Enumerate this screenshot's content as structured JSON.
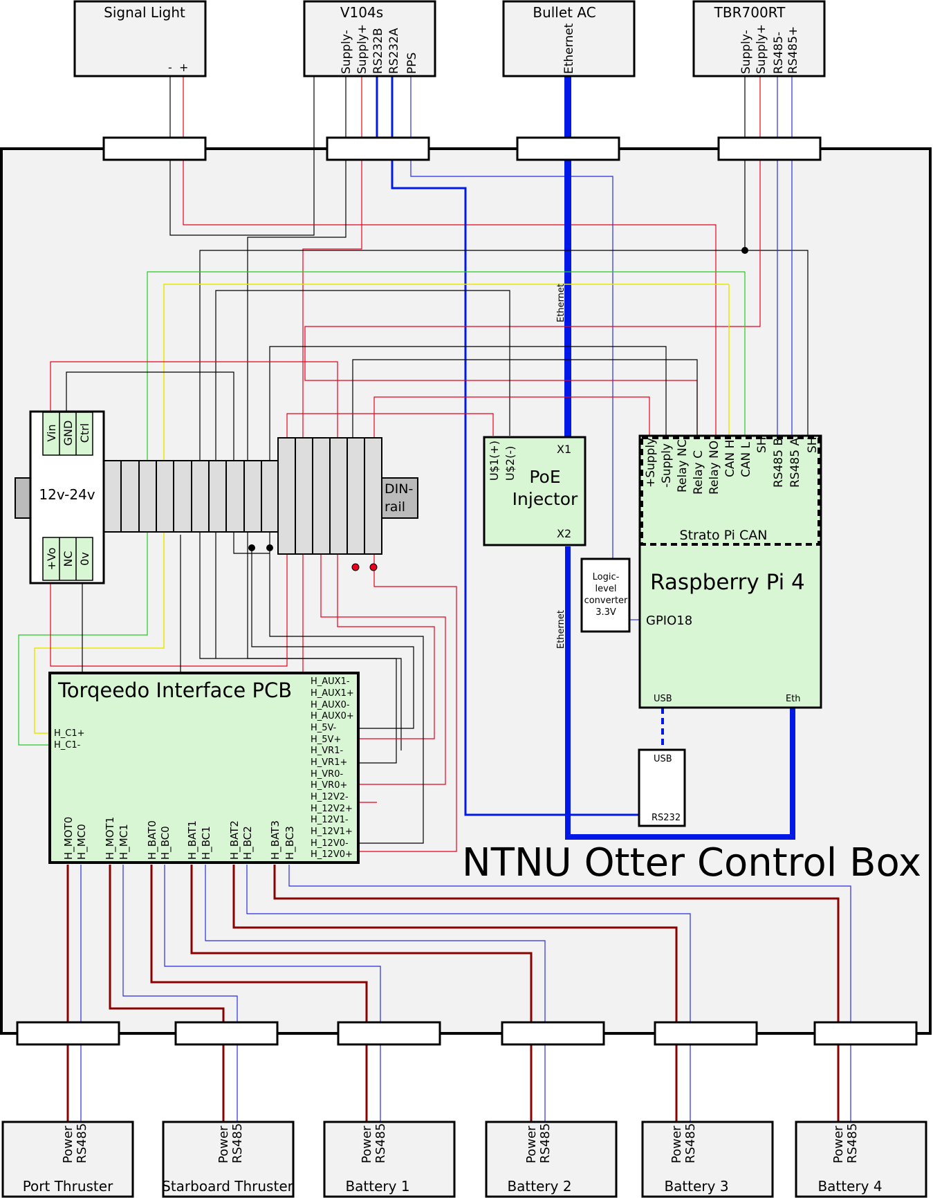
{
  "title": "NTNU Otter Control Box",
  "devices_top": {
    "signal_light": {
      "name": "Signal Light",
      "pins": [
        "-",
        "+"
      ]
    },
    "v104s": {
      "name": "V104s",
      "pins": [
        "Supply-",
        "Supply+",
        "RS232B",
        "RS232A",
        "PPS"
      ]
    },
    "bullet_ac": {
      "name": "Bullet AC",
      "pins": [
        "Ethernet"
      ]
    },
    "tbr700rt": {
      "name": "TBR700RT",
      "pins": [
        "Supply-",
        "Supply+",
        "RS485-",
        "RS485+"
      ]
    }
  },
  "psu": {
    "name": "12v-24v",
    "input_pins": [
      "Vin",
      "GND",
      "Ctrl"
    ],
    "output_pins": [
      "+Vo",
      "NC",
      "0v"
    ]
  },
  "dinrail": {
    "label": "DIN-rail"
  },
  "poe": {
    "name": "PoE Injector",
    "pins": [
      "U$1(+)",
      "U$2(-)"
    ],
    "x1": "X1",
    "x2": "X2"
  },
  "strato": {
    "name": "Strato Pi CAN",
    "pins": [
      "+Supply",
      "-Supply",
      "Relay NC",
      "Relay C",
      "Relay NO",
      "CAN H",
      "CAN L",
      "SH",
      "RS485 B",
      "RS485 A",
      "SH"
    ]
  },
  "rpi": {
    "name": "Raspberry Pi 4",
    "gpio": "GPIO18",
    "usb": "USB",
    "eth": "Eth"
  },
  "llc": {
    "lines": [
      "Logic-",
      "level",
      "converter",
      "3.3V"
    ]
  },
  "usb_adapter": {
    "usb": "USB",
    "rs232": "RS232"
  },
  "ethernet_label": "Ethernet",
  "pcb": {
    "name": "Torqeedo Interface PCB",
    "right_pins": [
      "H_AUX1-",
      "H_AUX1+",
      "H_AUX0-",
      "H_AUX0+",
      "H_5V-",
      "H_5V+",
      "H_VR1-",
      "H_VR1+",
      "H_VR0-",
      "H_VR0+",
      "H_12V2-",
      "H_12V2+",
      "H_12V1-",
      "H_12V1+",
      "H_12V0-",
      "H_12V0+"
    ],
    "left_pins": [
      "H_C1+",
      "H_C1-"
    ],
    "bottom_pins": [
      "H_MOT0",
      "H_MC0",
      "H_MOT1",
      "H_MC1",
      "H_BAT0",
      "H_BC0",
      "H_BAT1",
      "H_BC1",
      "H_BAT2",
      "H_BC2",
      "H_BAT3",
      "H_BC3"
    ]
  },
  "devices_bottom": [
    {
      "name": "Port Thruster",
      "pins": [
        "Power",
        "RS485"
      ]
    },
    {
      "name": "Starboard Thruster",
      "pins": [
        "Power",
        "RS485"
      ]
    },
    {
      "name": "Battery 1",
      "pins": [
        "Power",
        "RS485"
      ]
    },
    {
      "name": "Battery 2",
      "pins": [
        "Power",
        "RS485"
      ]
    },
    {
      "name": "Battery 3",
      "pins": [
        "Power",
        "RS485"
      ]
    },
    {
      "name": "Battery 4",
      "pins": [
        "Power",
        "RS485"
      ]
    }
  ],
  "colors": {
    "black_wire": "#000000",
    "red_wire": "#e8001c",
    "blue_thick": "#0019e6",
    "blue_thin": "#2a2ae6",
    "green_wire": "#22cc22",
    "yellow_wire": "#e8e800",
    "power_wire": "#8b0000",
    "component_fill": "#d8f5d4",
    "box_fill": "#f2f2f2",
    "terminal_fill": "#dddddd"
  }
}
